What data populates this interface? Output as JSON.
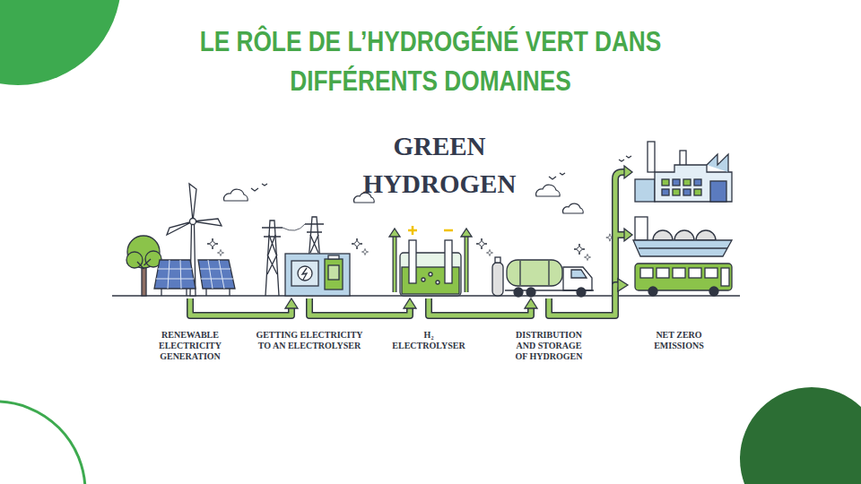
{
  "diagram": {
    "title": "LE RÔLE DE L’HYDROGÉNÉ VERT DANS DIFFÉRENTS DOMAINES",
    "nodes": [
      {
        "text": [
          "RENEWABLE ELECTRICITY GENERATION"
        ]
      },
      {
        "text": [
          "GETTING ELECTRICITY TO AN ELECTROLYSER"
        ]
      },
      {
        "text": [
          "H₂ ELECTROLYSER"
        ]
      },
      {
        "text": [
          "DISTRIBUTION AND STORAGE OF HYDROGEN"
        ]
      },
      {
        "text": [
          "NET ZERO EMISSIONS"
        ]
      }
    ],
    "edges": [
      {
        "from": 0,
        "to": 1,
        "arrow": "to"
      },
      {
        "from": 1,
        "to": 2,
        "arrow": "to"
      },
      {
        "from": 2,
        "to": 3,
        "arrow": "to"
      },
      {
        "from": 3,
        "to": 4,
        "arrow": "to"
      }
    ],
    "labels": [
      "GREEN HYDROGEN"
    ]
  }
}
